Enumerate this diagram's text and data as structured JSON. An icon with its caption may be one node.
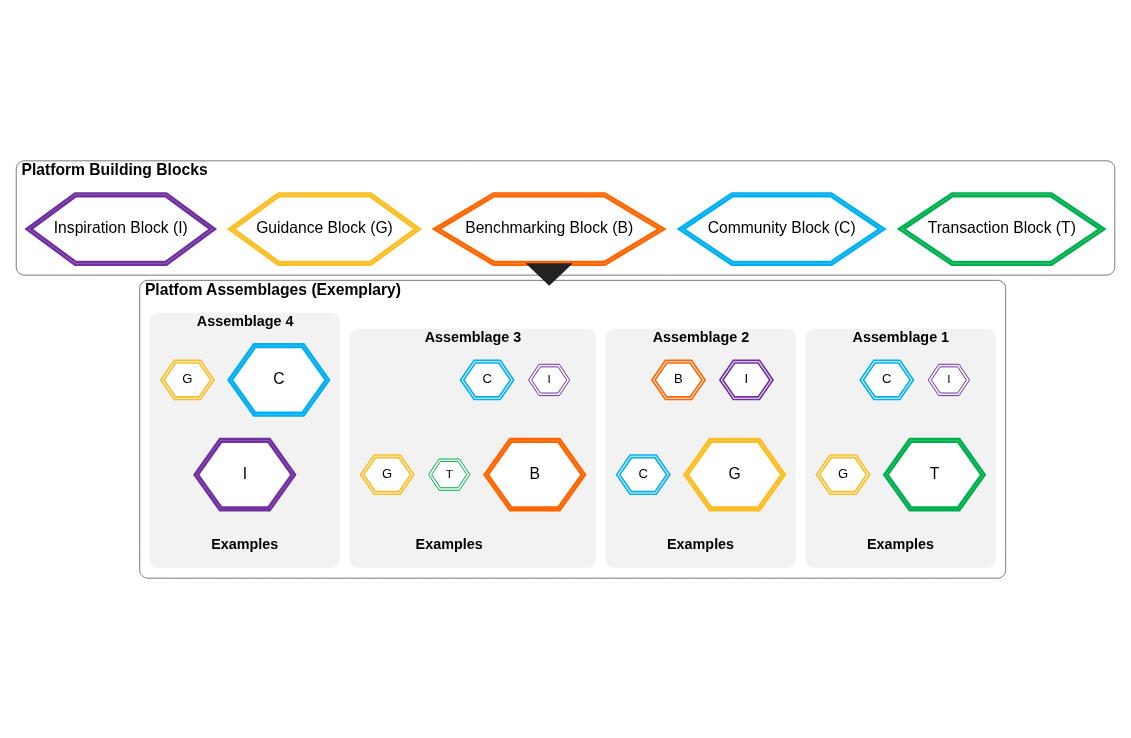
{
  "diagram": {
    "nodes": [
      {
        "text": [
          "Platform Building Blocks"
        ]
      },
      {
        "text": [
          "Transaction Block (T)"
        ],
        "in": 0
      },
      {
        "text": [
          "Community Block (C)"
        ],
        "in": 0
      },
      {
        "text": [
          "Benchmarking Block (B)"
        ],
        "in": 0
      },
      {
        "text": [
          "Guidance Block (G)"
        ],
        "in": 0
      },
      {
        "text": [
          "Inspiration Block (I)"
        ],
        "in": 0
      },
      {
        "text": [
          "Platfom Assemblages (Exemplary)"
        ]
      },
      {
        "text": [
          "Assemblage 1"
        ],
        "in": 6
      },
      {
        "text": [
          "I"
        ],
        "in": 7
      },
      {
        "text": [
          "T"
        ],
        "in": 7
      },
      {
        "text": [
          "C"
        ],
        "in": 7
      },
      {
        "text": [
          "G"
        ],
        "in": 7
      },
      {
        "text": [
          "Examples"
        ],
        "in": 7
      },
      {
        "text": [
          "Assemblage 2"
        ],
        "in": 6
      },
      {
        "text": [
          "I"
        ],
        "in": 13
      },
      {
        "text": [
          "G"
        ],
        "in": 13
      },
      {
        "text": [
          "B"
        ],
        "in": 13
      },
      {
        "text": [
          "C"
        ],
        "in": 13
      },
      {
        "text": [
          "Examples"
        ],
        "in": 13
      },
      {
        "text": [
          "Assemblage 3"
        ],
        "in": 6
      },
      {
        "text": [
          "I"
        ],
        "in": 19
      },
      {
        "text": [
          "C"
        ],
        "in": 19
      },
      {
        "text": [
          "B"
        ],
        "in": 19
      },
      {
        "text": [
          "T"
        ],
        "in": 19
      },
      {
        "text": [
          "G"
        ],
        "in": 19
      },
      {
        "text": [
          "Examples"
        ],
        "in": 19
      },
      {
        "text": [
          "Assemblage 4"
        ],
        "in": 6
      },
      {
        "text": [
          "C"
        ],
        "in": 26
      },
      {
        "text": [
          "G"
        ],
        "in": 26
      },
      {
        "text": [
          "I"
        ],
        "in": 26
      },
      {
        "text": [
          "Examples"
        ],
        "in": 26
      }
    ],
    "edges": [
      {
        "from": 0,
        "to": 6,
        "arrow": "to",
        "style": "thick"
      }
    ]
  }
}
